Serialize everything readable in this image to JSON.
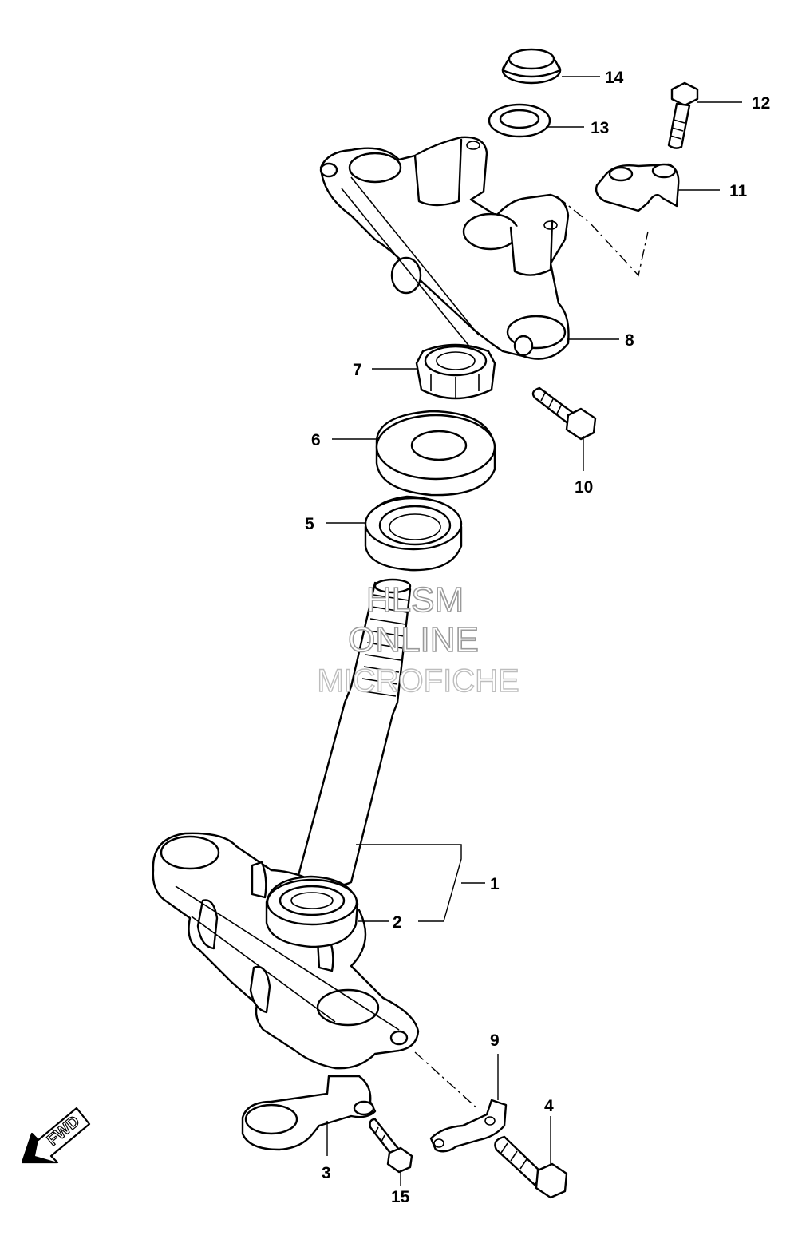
{
  "watermark": {
    "line1": "HLSM",
    "line2": "ONLINE",
    "line3": "MICROFICHE"
  },
  "direction_arrow": {
    "label": "FWD",
    "icon": "forward-arrow-icon"
  },
  "callouts": [
    {
      "id": "1",
      "label": "1"
    },
    {
      "id": "2",
      "label": "2"
    },
    {
      "id": "3",
      "label": "3"
    },
    {
      "id": "4",
      "label": "4"
    },
    {
      "id": "5",
      "label": "5"
    },
    {
      "id": "6",
      "label": "6"
    },
    {
      "id": "7",
      "label": "7"
    },
    {
      "id": "8",
      "label": "8"
    },
    {
      "id": "9",
      "label": "9"
    },
    {
      "id": "10",
      "label": "10"
    },
    {
      "id": "11",
      "label": "11"
    },
    {
      "id": "12",
      "label": "12"
    },
    {
      "id": "13",
      "label": "13"
    },
    {
      "id": "14",
      "label": "14"
    },
    {
      "id": "15",
      "label": "15"
    }
  ],
  "colors": {
    "line": "#000000",
    "background": "#ffffff",
    "watermark": "#9a9a9a"
  }
}
